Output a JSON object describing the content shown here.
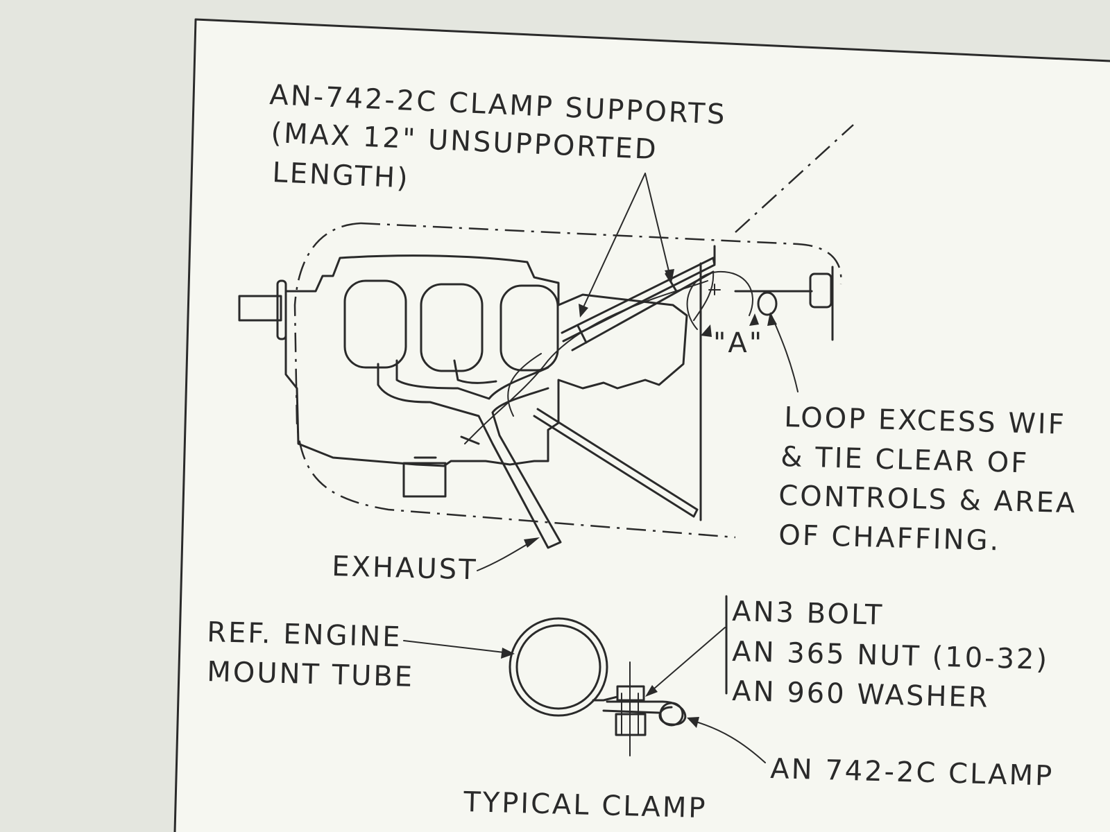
{
  "diagram": {
    "labels": {
      "clamp_supports_line1": "AN-742-2C CLAMP SUPPORTS",
      "clamp_supports_line2": "(MAX 12\" UNSUPPORTED",
      "clamp_supports_line3": "LENGTH)",
      "view_a": "\"A\"",
      "loop_line1": "LOOP EXCESS WIF",
      "loop_line2": "& TIE CLEAR OF",
      "loop_line3": "CONTROLS & AREA",
      "loop_line4": "OF CHAFFING.",
      "exhaust": "EXHAUST",
      "ref_engine_line1": "REF. ENGINE",
      "ref_engine_line2": "MOUNT TUBE",
      "bolt": "AN3 BOLT",
      "nut": "AN 365 NUT (10-32)",
      "washer": "AN 960 WASHER",
      "clamp": "AN 742-2C CLAMP",
      "caption": "TYPICAL CLAMP"
    },
    "colors": {
      "paper": "#f6f7f1",
      "ink": "#2a2a2a",
      "background": "#e4e6df"
    }
  }
}
